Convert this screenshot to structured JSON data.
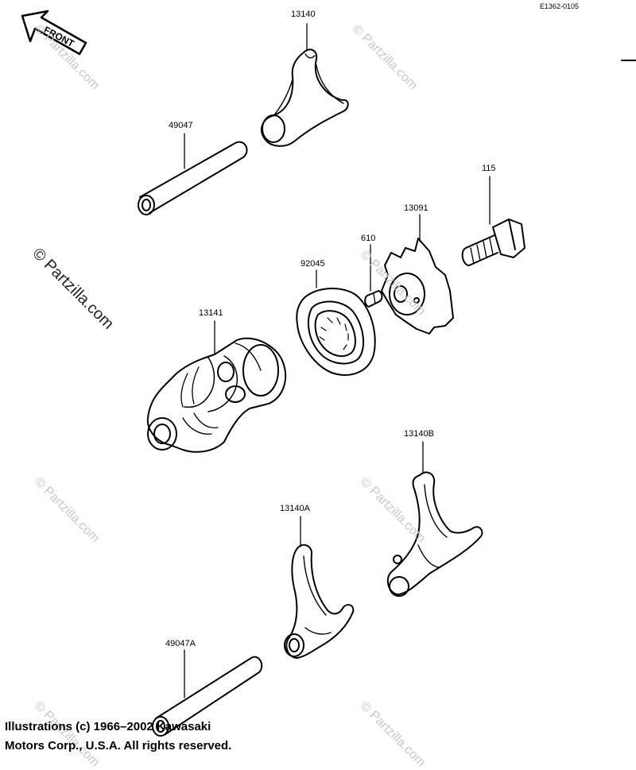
{
  "diagram": {
    "code": "E1362-0105",
    "front_label": "FRONT",
    "watermark": "© Partzilla.com",
    "parts": {
      "p13140": "13140",
      "p49047": "49047",
      "p115": "115",
      "p13091": "13091",
      "p610": "610",
      "p92045": "92045",
      "p13141": "13141",
      "p13140B": "13140B",
      "p13140A": "13140A",
      "p49047A": "49047A"
    },
    "copyright_line1": "Illustrations (c) 1966–2002 Kawasaki",
    "copyright_line2": "Motors Corp., U.S.A.  All rights reserved."
  }
}
